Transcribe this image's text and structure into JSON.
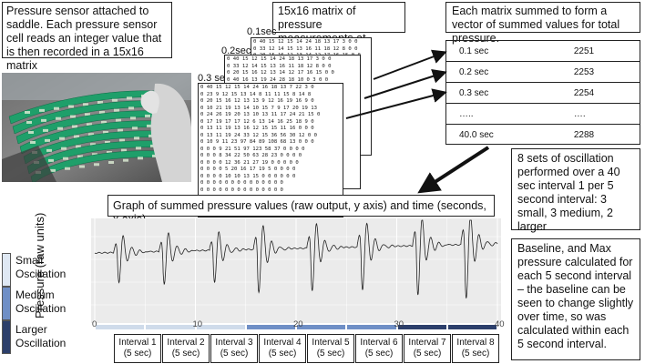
{
  "texts": {
    "sensor_note": "Pressure sensor attached to saddle.  Each pressure sensor cell reads an integer value that is then recorded in a 15x16 matrix",
    "matrix_title": "15x16 matrix of pressure measurements at 100/min",
    "vector_title": "Each matrix summed to form a vector of summed values for total pressure.",
    "oscillation_note": "8 sets of oscillation performed  over a 40 sec interval 1 per 5 second interval: 3 small, 3 medium, 2 larger",
    "graph_title": "Graph of summed pressure values (raw output, y axis) and time (seconds, x axis)",
    "baseline_note": "Baseline, and Max pressure calculated for each 5 second interval – the baseline can be seen to change slightly over time, so was calculated within each 5 second interval.",
    "y_axis_label": "Pressure (raw units)"
  },
  "matrices": {
    "labels": [
      "0.1sec",
      "0.2sec",
      "0.3 sec"
    ],
    "back": "0 40 15 12 15 14 24 18 13 17 3 0 0\n0 33 12 14 15 13 16 11 18 12 8 0 0\n0 20 15 16 12 13 14 12 17 16 15 0 0\n0 40 16 13 19 24 28 18 10 0 3 0 0\n0 16 16 20 14 15 14 13 23 17 0 0 0\n0 12 14 12 16 11 17 23 19 12 0 0 0\n0 10 19 13 17 13 13 12 12 20 0 0 0\n0 10 19 13 11 17 18 15 13 22 0 0 0\n0 16 19 15 10 13 14 10 0 0 0 0 0\n0 10 13 15 32 52 23 19 0 0 0 0 0\n0 13 12 22 24 25 14 14 0 0 0 0 0\n0 0 13 13 14 10 15 0 0 0 0 0 0\n0 0 0 18 15 16 12 0 0 0 0 0 0\n0 0 0 0 0 0 0 0 0 0 0 0 0\n0 0 0 0 0 0 0 0 0 0 0 0 0",
    "mid": "0 40 15 12 15 14 24 18 13 17 3 0 0\n0 33 12 14 15 13 16 11 18 12 8 0 0\n0 20 15 16 12 13 14 12 17 16 15 0 0\n0 40 16 13 19 24 28 18 10 0 3 0 0\n0 16 16 20 14 15 14 13 23 17 0 0 0\n0 12 14 12 16 11 17 23 19 12 0 0 0\n0 10 19 13 17 13 13 12 12 20 0 0 0\n0 10 19 13 11 17 18 15 13 22 0 0 0\n0 16 19 15 10 13 14 10 0 0 0 0 0\n0 10 13 15 32 52 23 19 0 0 0 0 0\n0 13 12 22 24 25 14 14 0 0 0 0 0\n0 0 13 13 14 10 15 0 0 0 0 0 0\n0 0 0 18 15 16 12 0 0 0 0 0 0\n0 0 0 0 0 0 0 0 0 0 0 0 0\n0 0 0 0 0 0 0 0 0 0 0 0 0",
    "front": "0 40 15 12 15 14 24 16 18 13 7 22 3 0\n0 23 9 12 15 13 14 8 11 11 15 8 14 8\n0 20 15 16 12 13 13 9 12 16 19 16 9 0\n0 10 21 19 13 14 10 15 7 9 17 20 19 13\n0 24 26 19 20 13 10 13 11 17 24 21 15 0\n0 17 19 17 17 12 6 13 14 16 25 18 9 0\n0 13 11 19 13 16 12 15 15 11 16 0 0 0\n0 13 11 19 24 33 12 15 36 56 30 12 0 0\n0 10 9 11 23 97 84 89 108 68 13 0 0 0\n0 0 0 9 21 51 97 123 58 37 0 0 0 0\n0 0 0 8 34 22 50 63 28 23 0 0 0 0\n0 0 0 0 12 36 21 27 19 0 0 0 0 0\n0 0 0 0 5 20 16 17 19 5 0 0 0 0\n0 0 0 0 10 10 13 15 0 0 0 0 0 0\n0 0 0 0 0 0 0 0 0 0 0 0 0 0\n0 0 0 0 0 0 0 0 0 0 0 0 0 0"
  },
  "vector_rows": [
    {
      "time": "0.1 sec",
      "value": "2251"
    },
    {
      "time": "0.2 sec",
      "value": "2253"
    },
    {
      "time": "0.3 sec",
      "value": "2254"
    },
    {
      "time": "…..",
      "value": "…."
    },
    {
      "time": "40.0 sec",
      "value": "2288"
    }
  ],
  "legend": [
    {
      "label": "Small Oscillation",
      "color": "#dfe8f3"
    },
    {
      "label": "Medium Oscillation",
      "color": "#6f8fc6"
    },
    {
      "label": "Larger Oscillation",
      "color": "#2c3f6b"
    }
  ],
  "intervals": [
    "Interval 1 (5 sec)",
    "Interval 2 (5 sec)",
    "Interval 3 (5 sec)",
    "Interval 4 (5 sec)",
    "Interval 5 (5 sec)",
    "Interval 6 (5 sec)",
    "Interval 7 (5 sec)",
    "Interval 8 (5 sec)"
  ],
  "x_ticks": [
    "0",
    "10",
    "20",
    "30",
    "40"
  ],
  "chart_data": {
    "type": "line",
    "x_range": [
      0,
      40
    ],
    "interval_classes": [
      "small",
      "small",
      "small",
      "medium",
      "medium",
      "medium",
      "larger",
      "larger"
    ],
    "class_colors": {
      "small": "#cfdbea",
      "medium": "#6f8fc6",
      "larger": "#2c3f6b"
    },
    "events": [
      {
        "t": 2.3,
        "amp": 0.55
      },
      {
        "t": 6.8,
        "amp": 0.6
      },
      {
        "t": 11.8,
        "amp": 0.6
      },
      {
        "t": 16.2,
        "amp": 0.8
      },
      {
        "t": 21.5,
        "amp": 0.8
      },
      {
        "t": 26.5,
        "amp": 0.8
      },
      {
        "t": 32.0,
        "amp": 0.9
      },
      {
        "t": 36.8,
        "amp": 1.0
      }
    ]
  },
  "colors": {
    "tape": "#1f9f6a",
    "glove": "#d9d9d9"
  }
}
